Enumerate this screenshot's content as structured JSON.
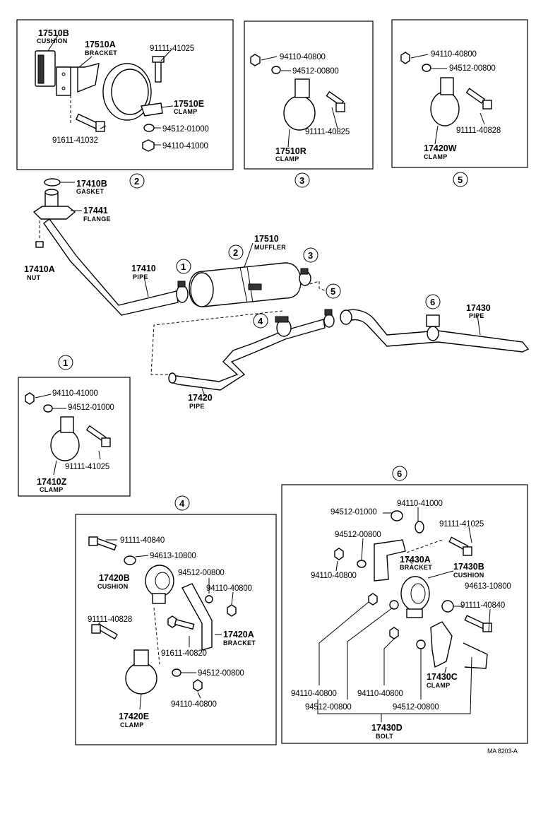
{
  "labels": {
    "p17510B": "17510B",
    "d_cushion": "CUSHION",
    "p17510A": "17510A",
    "d_bracket": "BRACKET",
    "p91111_41025a": "91111-41025",
    "p17510E": "17510E",
    "d_clamp": "CLAMP",
    "p91611_41032": "91611-41032",
    "p94512_01000a": "94512-01000",
    "p94110_41000a": "94110-41000",
    "p94110_40800b3": "94110-40800",
    "p94512_00800b3": "94512-00800",
    "p91111_40825": "91111-40825",
    "p17510R": "17510R",
    "p94110_40800b5": "94110-40800",
    "p94512_00800b5": "94512-00800",
    "p91111_40828a": "91111-40828",
    "p17420W": "17420W",
    "p17410B": "17410B",
    "d_gasket": "GASKET",
    "p17441": "17441",
    "d_flange": "FLANGE",
    "p17410A": "17410A",
    "d_nut": "NUT",
    "p17410": "17410",
    "d_pipe": "PIPE",
    "p17510": "17510",
    "d_muffler": "MUFFLER",
    "p17430": "17430",
    "p17420": "17420",
    "p94110_41000b1": "94110-41000",
    "p94512_01000b1": "94512-01000",
    "p91111_41025b1": "91111-41025",
    "p17410Z": "17410Z",
    "p91111_40840a": "91111-40840",
    "p94613_10800a": "94613-10800",
    "p17420B": "17420B",
    "p94512_00800b4a": "94512-00800",
    "p94110_40800b4a": "94110-40800",
    "p91111_40828b": "91111-40828",
    "p17420A": "17420A",
    "p91611_40820": "91611-40820",
    "p94512_00800b4b": "94512-00800",
    "p94110_40800b4b": "94110-40800",
    "p17420E": "17420E",
    "p94512_01000b6": "94512-01000",
    "p94110_41000b6": "94110-41000",
    "p91111_41025b6": "91111-41025",
    "p94512_00800b6a": "94512-00800",
    "p17430A": "17430A",
    "p17430B": "17430B",
    "p94110_40800b6a": "94110-40800",
    "p94613_10800b": "94613-10800",
    "p91111_40840b": "91111-40840",
    "p17430C": "17430C",
    "p94110_40800b6b": "94110-40800",
    "p94110_40800b6c": "94110-40800",
    "p94512_00800b6b": "94512-00800",
    "p94512_00800b6c": "94512-00800",
    "p17430D": "17430D",
    "d_bolt": "BOLT",
    "code": "MA 8203-A"
  },
  "refs": {
    "r1": "1",
    "r2": "2",
    "r3": "3",
    "r4": "4",
    "r5": "5",
    "r6": "6"
  }
}
